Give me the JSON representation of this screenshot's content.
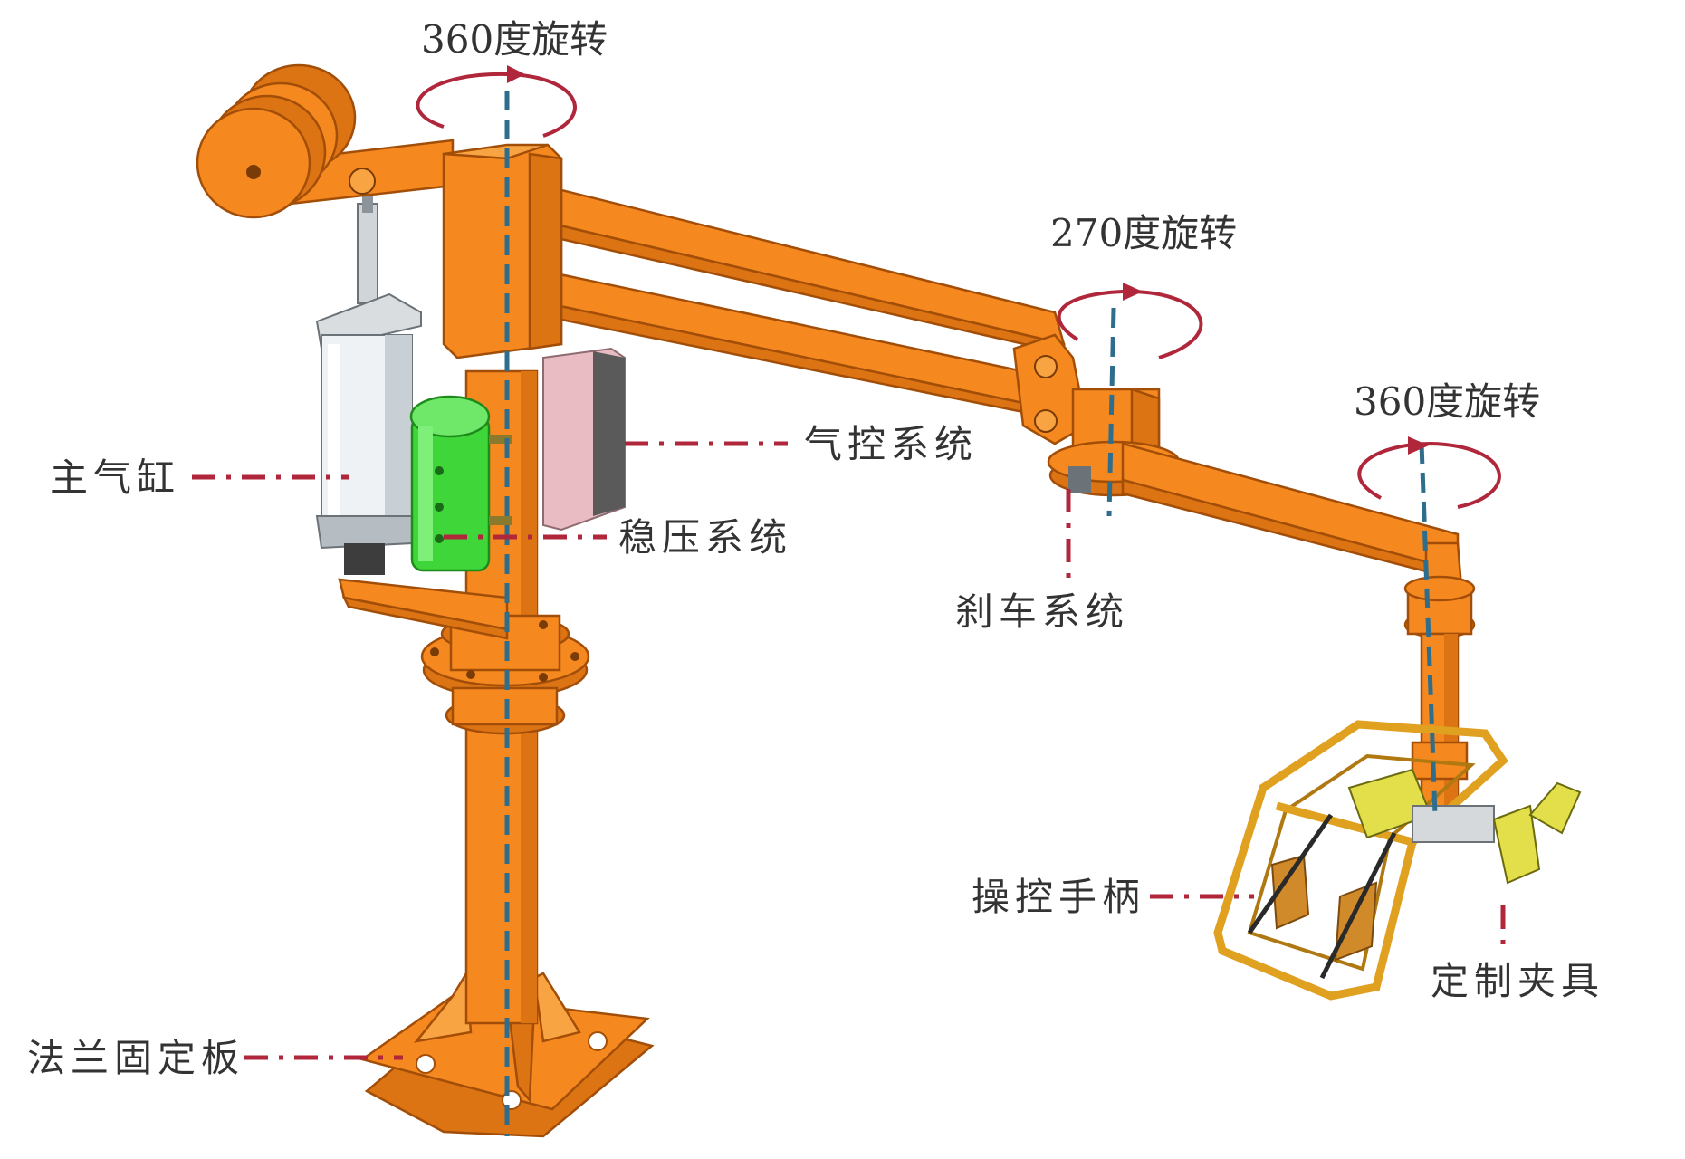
{
  "labels": {
    "main_cylinder": "主气缸",
    "pneumatic_control": "气控系统",
    "pressure_regulation": "稳压系统",
    "brake_system": "刹车系统",
    "control_handle": "操控手柄",
    "custom_fixture": "定制夹具",
    "flange_plate": "法兰固定板"
  },
  "rotations": {
    "base": "360度旋转",
    "elbow": "270度旋转",
    "wrist": "360度旋转"
  },
  "colors": {
    "arm": "#f5891f",
    "regulator_tank": "#3fd63a",
    "control_box": "#e8bcc2",
    "cylinder": "#dfe3e6",
    "leader_lines": "#b0263a",
    "axis_lines": "#2f6d8c",
    "fixture": "#e3df4a"
  }
}
